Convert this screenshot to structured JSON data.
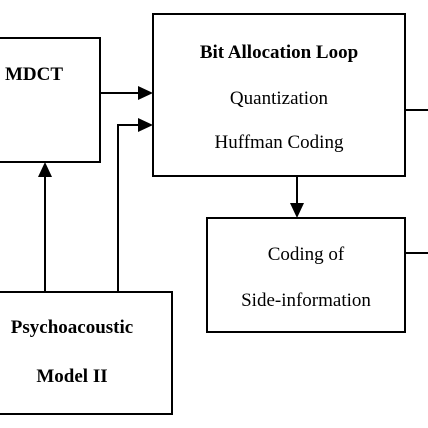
{
  "blocks": {
    "mdct": {
      "label": "MDCT"
    },
    "bit_allocation": {
      "title": "Bit Allocation Loop",
      "line1": "Quantization",
      "line2": "Huffman Coding"
    },
    "coding_side_info": {
      "line1": "Coding of",
      "line2": "Side-information"
    },
    "psychoacoustic": {
      "line1": "Psychoacoustic",
      "line2": "Model II"
    }
  }
}
